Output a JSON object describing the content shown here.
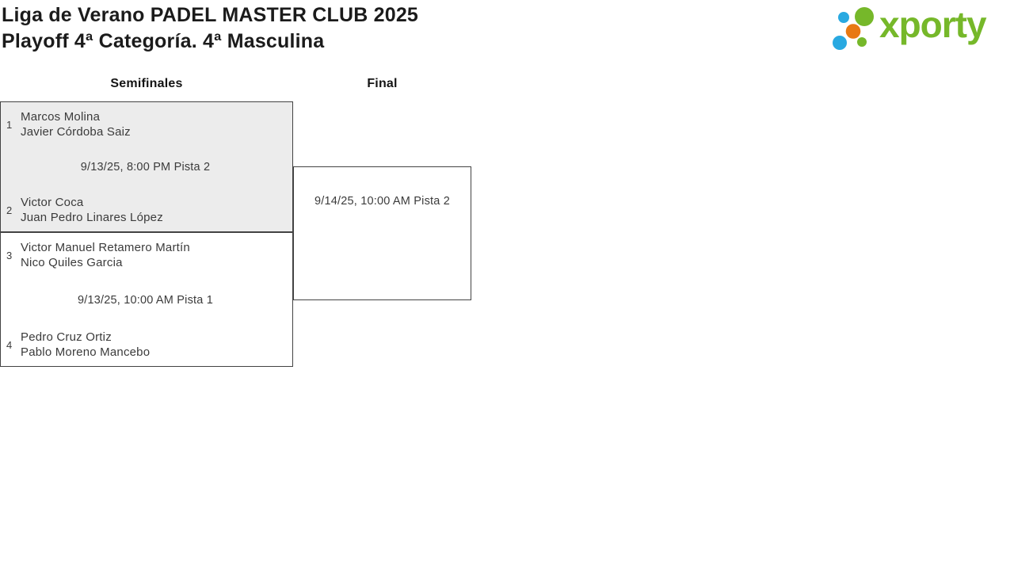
{
  "header": {
    "title_line1": "Liga de Verano PADEL MASTER CLUB 2025",
    "title_line2": "Playoff 4ª Categoría. 4ª Masculina"
  },
  "logo": {
    "brand": "xporty",
    "colors": {
      "green": "#76b82a",
      "blue": "#29a9e1",
      "orange": "#e87913"
    }
  },
  "bracket": {
    "rounds": [
      {
        "label": "Semifinales"
      },
      {
        "label": "Final"
      }
    ],
    "semifinals": [
      {
        "seed_top": "1",
        "team_top": [
          "Marcos Molina",
          "Javier Córdoba Saiz"
        ],
        "schedule": "9/13/25, 8:00 PM Pista 2",
        "seed_bottom": "2",
        "team_bottom": [
          "Victor Coca",
          "Juan Pedro Linares López"
        ],
        "highlighted": true
      },
      {
        "seed_top": "3",
        "team_top": [
          "Victor Manuel Retamero Martín",
          "Nico Quiles Garcia"
        ],
        "schedule": "9/13/25, 10:00 AM Pista 1",
        "seed_bottom": "4",
        "team_bottom": [
          "Pedro Cruz Ortiz",
          "Pablo Moreno Mancebo"
        ],
        "highlighted": false
      }
    ],
    "final": {
      "schedule": "9/14/25, 10:00 AM Pista 2"
    }
  }
}
